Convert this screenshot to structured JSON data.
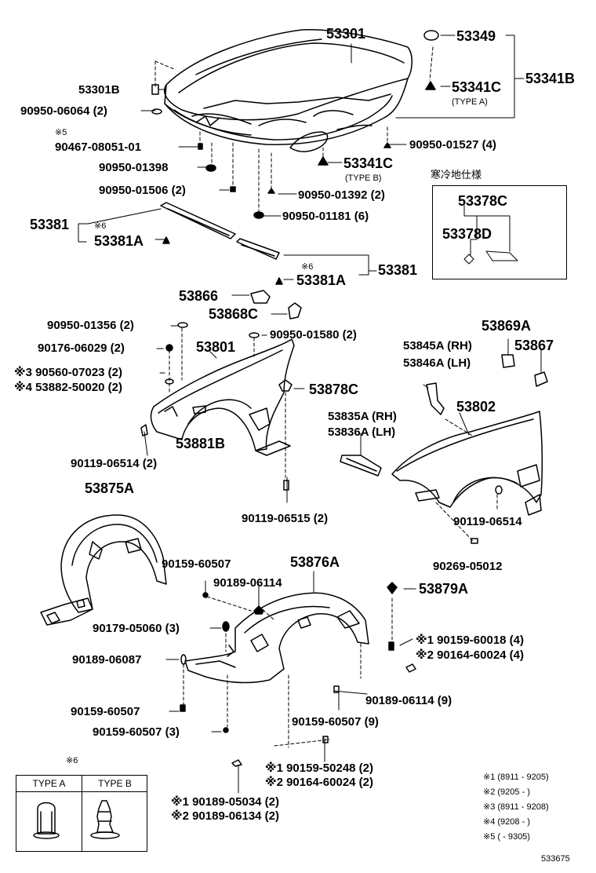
{
  "parts": {
    "hood": "53301",
    "hood_lock_cushion": "53301B",
    "bolt_06064": "90950-06064 (2)",
    "note5_mark": "※5",
    "clip_08051": "90467-08051-01",
    "clip_01398": "90950-01398",
    "clip_01506": "90950-01506 (2)",
    "cushion_53349": "53349",
    "cushion_53341c": "53341C",
    "type_a": "(TYPE A)",
    "group_53341b": "53341B",
    "clip_01527": "90950-01527 (4)",
    "cushion_53341c_b": "53341C",
    "type_b": "(TYPE B)",
    "clip_01392": "90950-01392 (2)",
    "clip_01181": "90950-01181 (6)",
    "seal_53381_left": "53381",
    "note6_mark_a": "※6",
    "seal_53381a_left": "53381A",
    "note6_mark_b": "※6",
    "seal_53381a_right": "53381A",
    "seal_53381_right": "53381",
    "cold_spec": "寒冷地仕様",
    "cold_53378c": "53378C",
    "cold_53378d": "53378D",
    "part_53866": "53866",
    "part_53868c": "53868C",
    "clip_01356": "90950-01356 (2)",
    "nut_06029": "90176-06029 (2)",
    "note3_washer": "※3 90560-07023 (2)",
    "note4_spacer": "※4 53882-50020 (2)",
    "fender_lh": "53801",
    "clip_01580": "90950-01580 (2)",
    "part_53878c": "53878C",
    "part_53881b": "53881B",
    "bolt_06514_2": "90119-06514 (2)",
    "bolt_06515": "90119-06515 (2)",
    "part_53869a": "53869A",
    "part_53867": "53867",
    "bracket_rh": "53845A (RH)",
    "bracket_lh": "53846A (LH)",
    "protector_rh": "53835A (RH)",
    "protector_lh": "53836A (LH)",
    "fender_rh": "53802",
    "bolt_06514": "90119-06514",
    "screw_05012": "90269-05012",
    "liner_53875a": "53875A",
    "clip_60507_a": "90159-60507",
    "liner_53876a": "53876A",
    "nut_06114_a": "90189-06114",
    "part_53879a": "53879A",
    "screw_05060": "90179-05060 (3)",
    "note1_60018": "※1 90159-60018 (4)",
    "note2_60024_a": "※2 90164-60024 (4)",
    "nut_06087": "90189-06087",
    "nut_06114_9": "90189-06114 (9)",
    "clip_60507_b": "90159-60507",
    "clip_60507_9": "90159-60507 (9)",
    "clip_60507_3": "90159-60507 (3)",
    "note1_50248": "※1 90159-50248 (2)",
    "note2_60024_b": "※2 90164-60024 (2)",
    "note1_05034": "※1 90189-05034 (2)",
    "note2_06134": "※2 90189-06134 (2)"
  },
  "legend": {
    "mark": "※6",
    "type_a": "TYPE A",
    "type_b": "TYPE B"
  },
  "footnotes": [
    "※1 (8911 - 9205)",
    "※2 (9205 -      )",
    "※3 (8911 - 9208)",
    "※4 (9208 -      )",
    "※5 (       - 9305)"
  ],
  "diagram_id": "533675"
}
